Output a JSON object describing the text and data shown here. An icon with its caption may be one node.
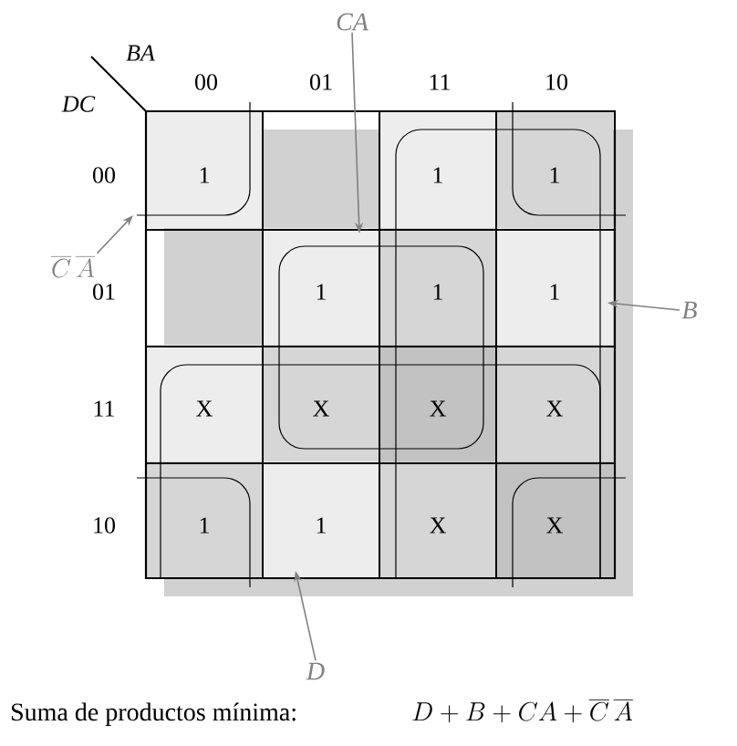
{
  "diagram": {
    "caption": "Suma de productos mínima:",
    "nodes": [
      {
        "text": [
          "CA"
        ]
      },
      {
        "text": [
          "\\overline{C}\\,\\overline{A}"
        ]
      },
      {
        "text": [
          "B"
        ]
      },
      {
        "text": [
          "D"
        ]
      }
    ],
    "edges": [
      {
        "from": 0,
        "to": null,
        "arrow": "to"
      },
      {
        "from": 1,
        "to": null,
        "arrow": "to"
      },
      {
        "from": 2,
        "to": null,
        "arrow": "to"
      },
      {
        "from": 3,
        "to": null,
        "arrow": "to"
      }
    ],
    "labels": [
      "BA",
      "DC",
      "00",
      "01",
      "11",
      "10",
      "00",
      "1",
      "1",
      "1",
      "01",
      "1",
      "1",
      "1",
      "11",
      "X",
      "X",
      "X",
      "X",
      "10",
      "1",
      "1",
      "X",
      "X",
      "D + B + CA + \\overline{C}\\,\\overline{A}"
    ]
  }
}
